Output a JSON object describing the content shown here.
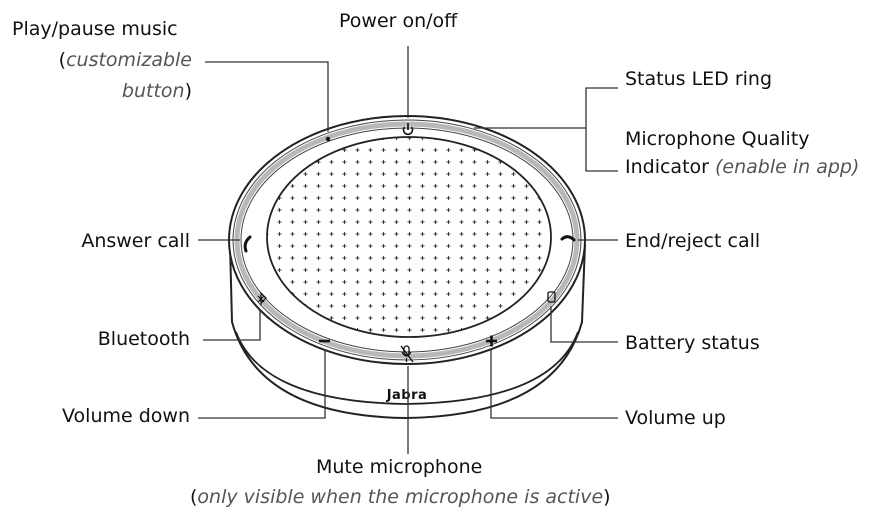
{
  "labels": {
    "play_pause": "Play/pause music",
    "play_pause_note_open": "(",
    "play_pause_note_1": "customizable",
    "play_pause_note_2": "button",
    "play_pause_note_close": ")",
    "power": "Power on/off",
    "status_led": "Status LED ring",
    "mic_quality_1": "Microphone Quality",
    "mic_quality_2": "Indicator",
    "mic_quality_note": "(enable in app)",
    "answer_call": "Answer call",
    "end_call": "End/reject call",
    "bluetooth": "Bluetooth",
    "battery": "Battery status",
    "volume_down": "Volume down",
    "volume_up": "Volume up",
    "mute": "Mute microphone",
    "mute_note_open": "(",
    "mute_note": "only visible when the microphone is active",
    "mute_note_close": ")"
  },
  "device": {
    "brand": "Jabra"
  },
  "icons": {
    "power": "power-icon",
    "answer": "phone-answer-icon",
    "end": "phone-end-icon",
    "bluetooth": "bluetooth-icon",
    "battery": "battery-icon",
    "volume_down": "minus-icon",
    "volume_up": "plus-icon",
    "mute": "microphone-mute-icon",
    "play_pause": "dot-button-icon"
  },
  "colors": {
    "led_ring": "#b8b8b8",
    "outline": "#222222",
    "leader_line": "#333333"
  }
}
